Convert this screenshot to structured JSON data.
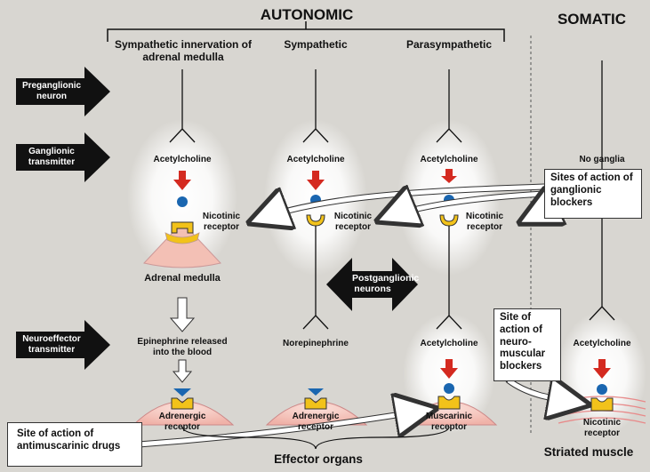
{
  "headers": {
    "autonomic": "AUTONOMIC",
    "somatic": "SOMATIC"
  },
  "columns": {
    "adrenal": "Sympathetic innervation of adrenal medulla",
    "sympathetic": "Sympathetic",
    "parasympathetic": "Parasympathetic"
  },
  "row_labels": {
    "preganglionic": "Preganglionic neuron",
    "ganglionic": "Ganglionic transmitter",
    "neuroeffector": "Neuroeffector transmitter"
  },
  "ganglion": {
    "acetylcholine": "Acetylcholine",
    "no_ganglia": "No ganglia",
    "nicotinic_receptor": "Nicotinic receptor"
  },
  "adrenal": {
    "medulla": "Adrenal medulla",
    "epinephrine": "Epinephrine released into the blood",
    "adrenergic_receptor": "Adrenergic receptor"
  },
  "sympathetic": {
    "norepinephrine": "Norepinephrine",
    "adrenergic_receptor": "Adrenergic receptor"
  },
  "parasympathetic": {
    "acetylcholine": "Acetylcholine",
    "muscarinic_receptor": "Muscarinic receptor"
  },
  "somatic": {
    "acetylcholine": "Acetylcholine",
    "nicotinic_receptor": "Nicotinic receptor",
    "striated_muscle": "Striated muscle"
  },
  "postganglionic": "Postganglionic neurons",
  "callouts": {
    "ganglionic_blockers": "Sites of action of ganglionic blockers",
    "neuromuscular_blockers": "Site of action of neuro-muscular blockers",
    "antimuscarinic": "Site of action of antimuscarinic drugs"
  },
  "effector_organs": "Effector organs",
  "colors": {
    "background": "#d8d6d1",
    "arrow_black": "#111111",
    "transmitter_arrow": "#d42a20",
    "vesicle": "#1a66b0",
    "receptor": "#f2c21a",
    "effector_tissue": "#f5c7c0"
  }
}
